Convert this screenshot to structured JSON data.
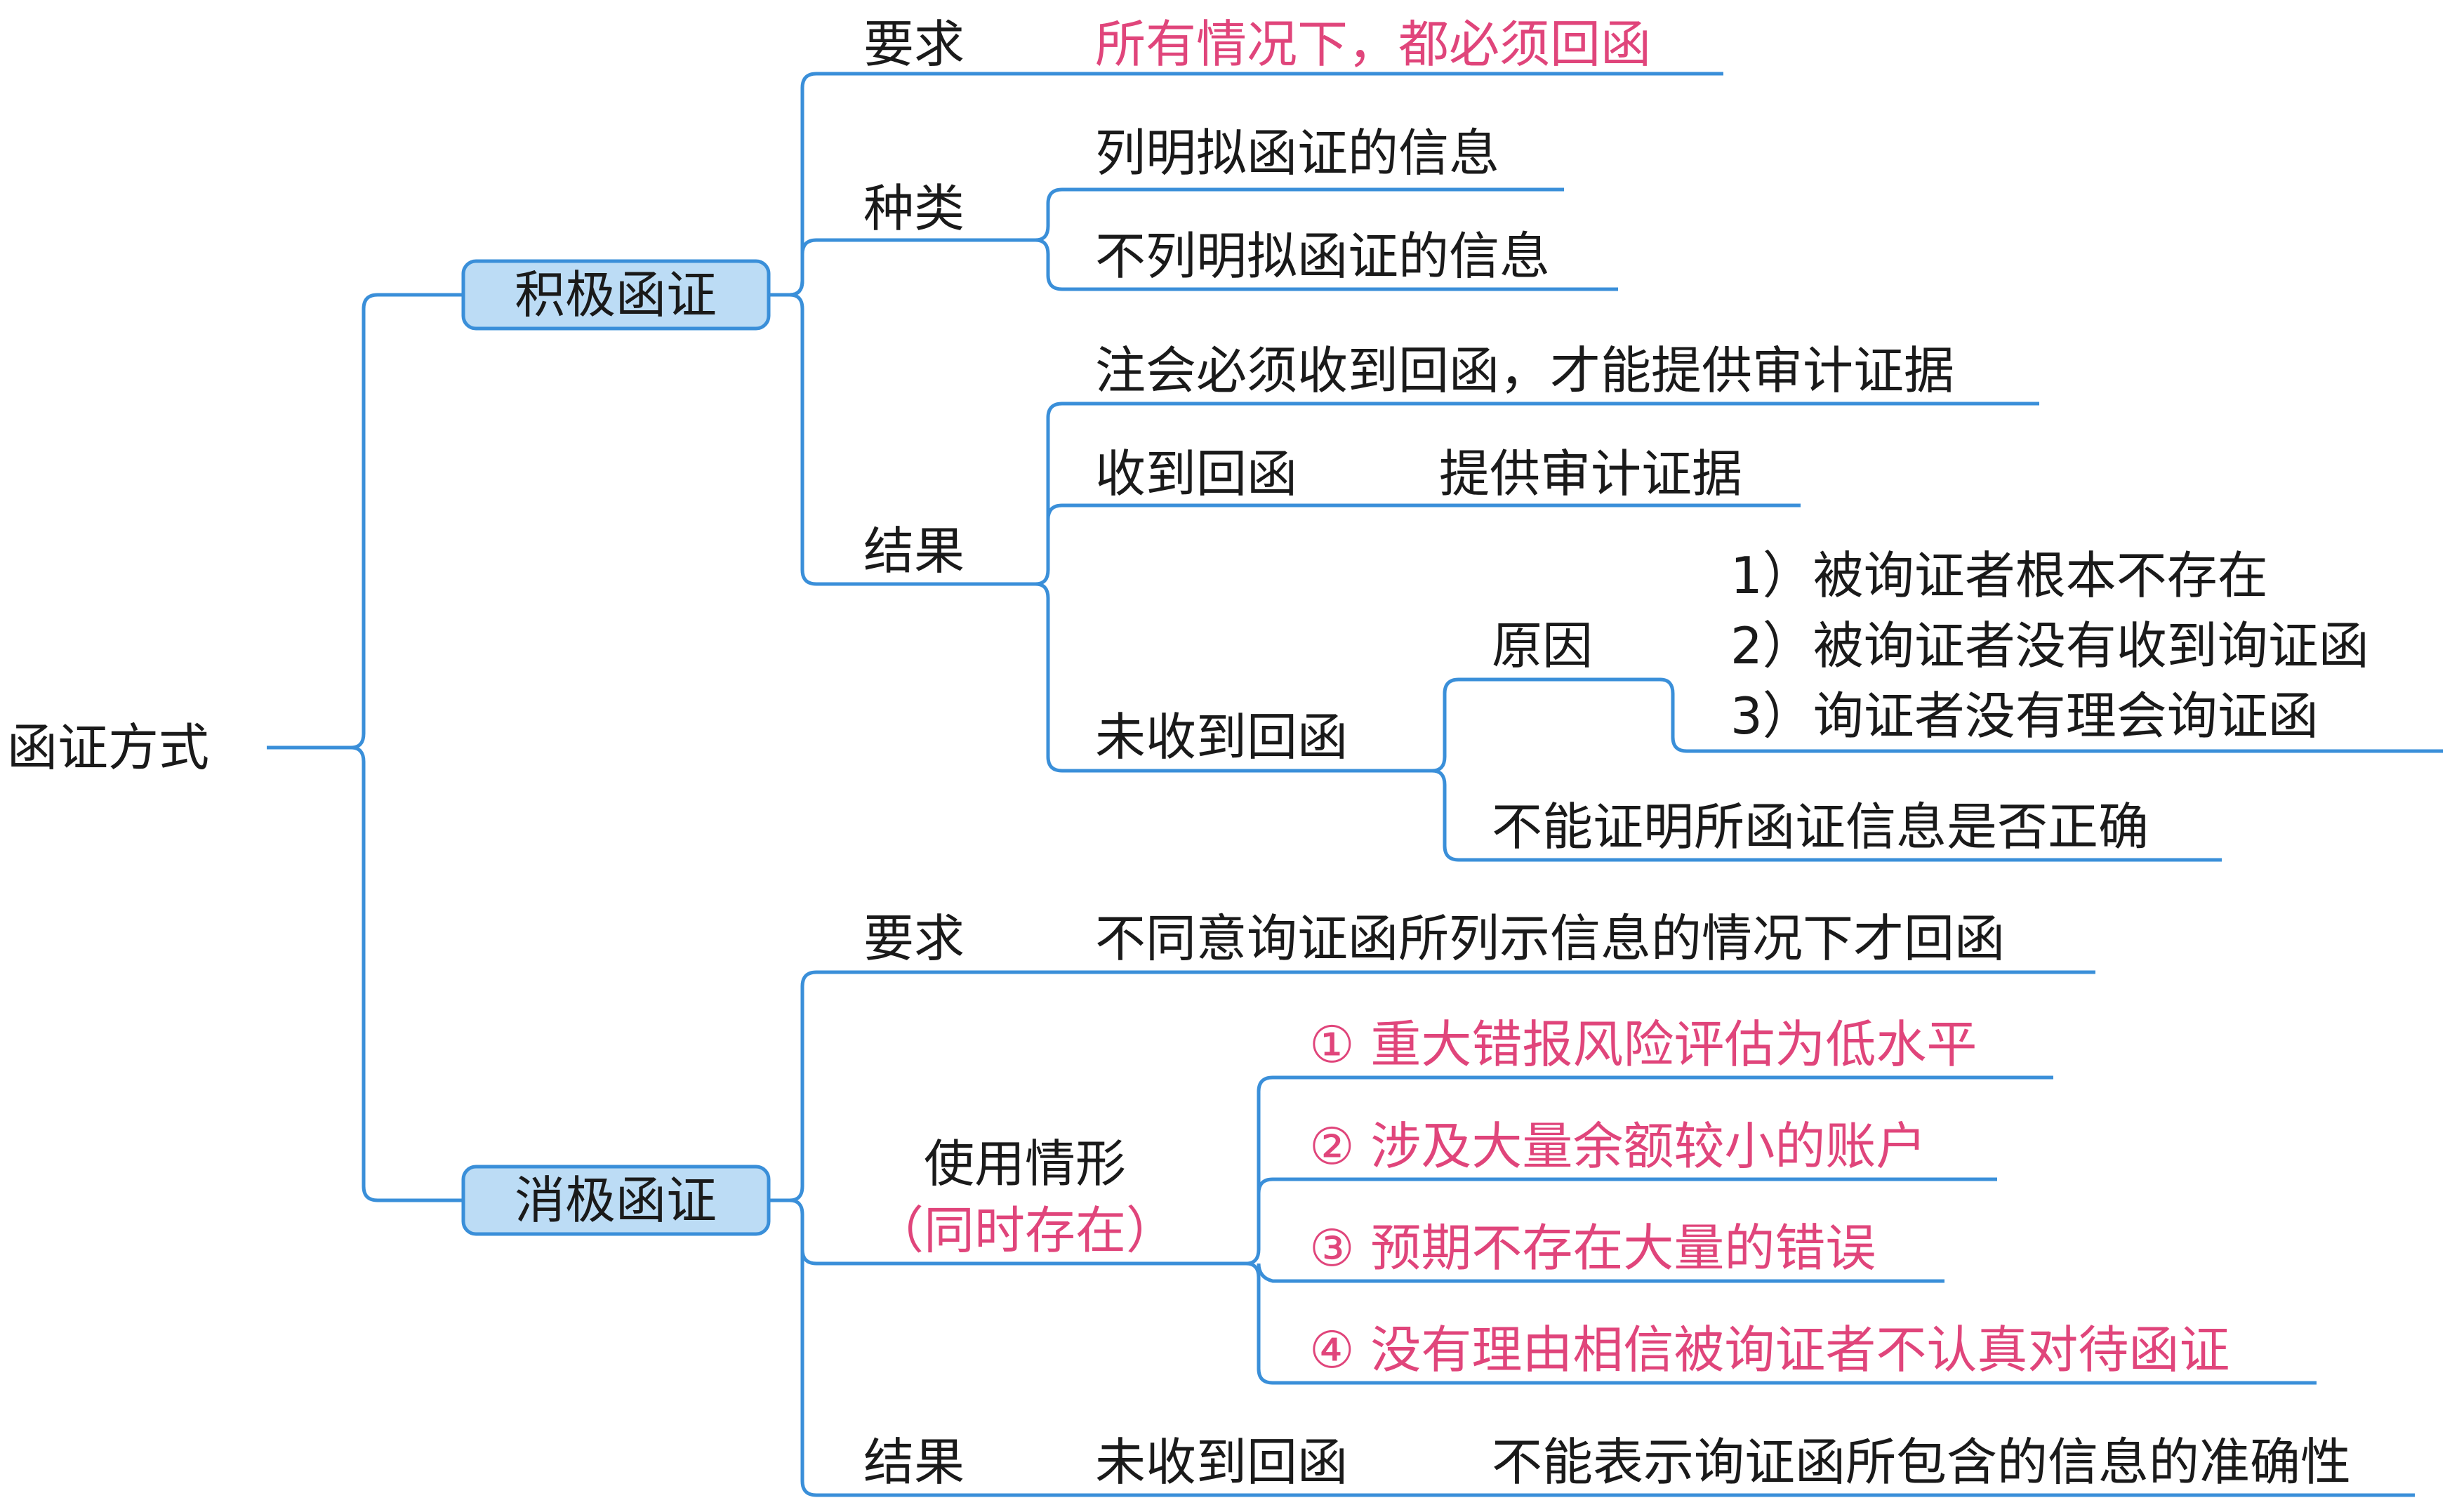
{
  "root": {
    "label": "函证方式"
  },
  "positive": {
    "label": "积极函证",
    "requirement": {
      "label": "要求",
      "text": "所有情况下，都必须回函"
    },
    "types": {
      "label": "种类",
      "items": [
        "列明拟函证的信息",
        "不列明拟函证的信息"
      ]
    },
    "result": {
      "label": "结果",
      "note": "注会必须收到回函，才能提供审计证据",
      "received": {
        "label": "收到回函",
        "text": "提供审计证据"
      },
      "not_received": {
        "label": "未收到回函",
        "reasons": {
          "label": "原因",
          "items": [
            "1）被询证者根本不存在",
            "2）被询证者没有收到询证函",
            "3）询证者没有理会询证函"
          ]
        },
        "conclusion": "不能证明所函证信息是否正确"
      }
    }
  },
  "negative": {
    "label": "消极函证",
    "requirement": {
      "label": "要求",
      "text": "不同意询证函所列示信息的情况下才回函"
    },
    "usage": {
      "label": "使用情形",
      "sublabel": "（同时存在）",
      "items": [
        "① 重大错报风险评估为低水平",
        "② 涉及大量余额较小的账户",
        "③ 预期不存在大量的错误",
        "④ 没有理由相信被询证者不认真对待函证"
      ]
    },
    "result": {
      "label": "结果",
      "not_received": "未收到回函",
      "text": "不能表示询证函所包含的信息的准确性"
    }
  },
  "colors": {
    "line": "#3a8fd9",
    "box_fill": "#bcdcf5",
    "highlight": "#e0457b",
    "text": "#1a1a1a"
  }
}
